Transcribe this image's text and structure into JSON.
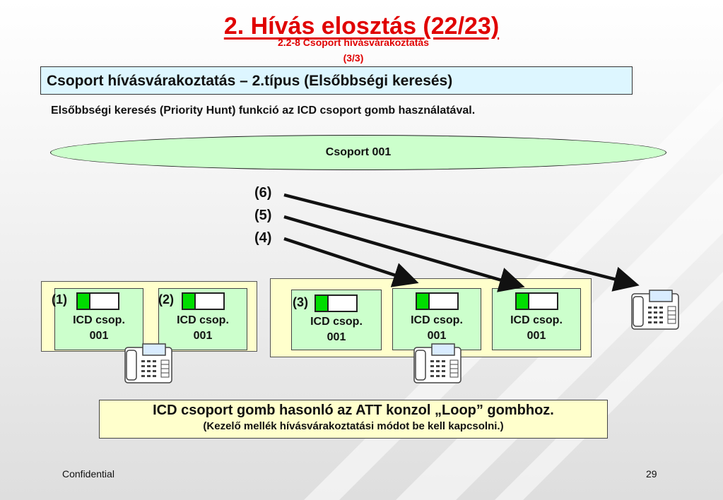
{
  "slide": {
    "title": "2. Hívás elosztás (22/23)",
    "subtitle_line1": "2.2-8 Csoport hívásvárakoztatás",
    "subtitle_line2": "(3/3)",
    "header": "Csoport hívásvárakoztatás – 2.típus (Elsőbbségi keresés)",
    "description": "Elsőbbségi keresés (Priority Hunt) funkció az ICD csoport gomb használatával."
  },
  "diagram": {
    "group_label": "Csoport 001",
    "sequence_labels": [
      "(6)",
      "(5)",
      "(4)"
    ],
    "extensions": [
      {
        "number": "(1)",
        "line1": "ICD csop.",
        "line2": "001"
      },
      {
        "number": "(2)",
        "line1": "ICD csop.",
        "line2": "001"
      },
      {
        "number": "(3)",
        "line1": "ICD csop.",
        "line2": "001"
      },
      {
        "number": "",
        "line1": "ICD csop.",
        "line2": "001"
      },
      {
        "number": "",
        "line1": "ICD csop.",
        "line2": "001"
      }
    ]
  },
  "note": {
    "line1": "ICD csoport gomb hasonló az ATT konzol „Loop” gombhoz.",
    "line2": "(Kezelő mellék hívásvárakoztatási módot be kell kapcsolni.)"
  },
  "footer": {
    "confidential": "Confidential",
    "page": "29"
  },
  "colors": {
    "title": "#e00000",
    "header_bg": "#ddf6ff",
    "ellipse_bg": "#ccffcc",
    "extension_bg": "#ccffcc",
    "area_bg": "#ffffcc",
    "led": "#00dd00"
  }
}
